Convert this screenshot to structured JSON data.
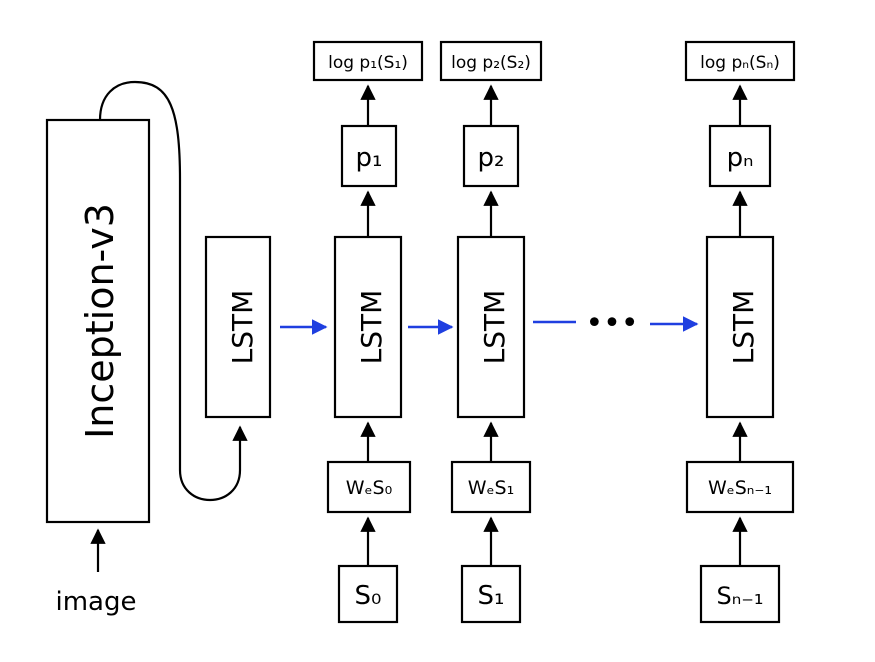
{
  "encoder": {
    "label": "Inception-v3"
  },
  "input_label": "image",
  "lstm_label": "LSTM",
  "ellipsis": "•••",
  "columns": [
    {
      "output": "log p₁(S₁)",
      "prob": "p₁",
      "embed": "WₑS₀",
      "word": "S₀"
    },
    {
      "output": "log p₂(S₂)",
      "prob": "p₂",
      "embed": "WₑS₁",
      "word": "S₁"
    },
    {
      "output": "log pₙ(Sₙ)",
      "prob": "pₙ",
      "embed": "WₑSₙ₋₁",
      "word": "Sₙ₋₁"
    }
  ],
  "colors": {
    "recurrent_arrow": "#1f3fe0",
    "stroke": "#000000"
  }
}
